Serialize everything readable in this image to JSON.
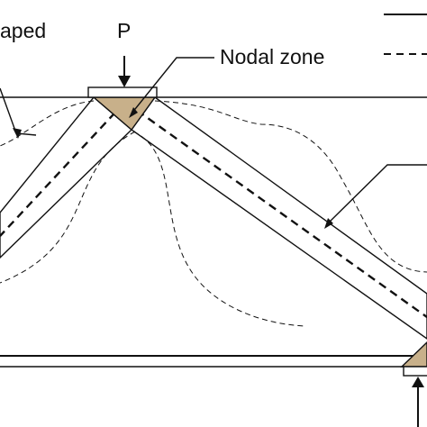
{
  "labels": {
    "left_partial": "aped",
    "load": "P",
    "nodal_zone": "Nodal zone"
  },
  "colors": {
    "line": "#111111",
    "node_fill": "#c8b08a",
    "background": "#ffffff"
  }
}
